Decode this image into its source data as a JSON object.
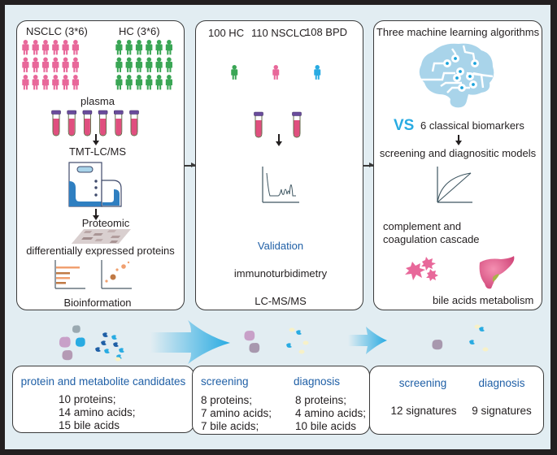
{
  "panel_discovery": {
    "group_a_label": "NSCLC (3*6)",
    "group_b_label": "HC (3*6)",
    "group_a_color": "#e8689a",
    "group_b_color": "#3aa655",
    "sample_label": "plasma",
    "method_label": "TMT-LC/MS",
    "omics_label": "Proteomic",
    "result_label": "differentially expressed proteins",
    "analysis_label": "Bioinformation"
  },
  "panel_validation": {
    "cohorts": [
      {
        "label": "100 HC",
        "color": "#3aa655"
      },
      {
        "label": "110 NSCLC",
        "color": "#e8689a"
      },
      {
        "label": "108 BPD",
        "color": "#29abe2"
      }
    ],
    "validation_label": "Validation",
    "method_1": "immunoturbidimetry",
    "method_2": "LC-MS/MS"
  },
  "panel_models": {
    "title": "Three machine learning algorithms",
    "vs_label": "VS",
    "comparison_label": "6 classical biomarkers",
    "models_label": "screening  and diagnositic models",
    "pathway_1_line1": "complement and",
    "pathway_1_line2": "coagulation cascade",
    "pathway_2": "bile acids metabolism"
  },
  "summary_boxes": [
    {
      "title": "protein and metabolite candidates",
      "items": [
        "10 proteins;",
        "14 amino acids;",
        "15 bile acids"
      ]
    },
    {
      "col1_title": "screening",
      "col1_items": [
        "8 proteins;",
        "7 amino acids;",
        "7 bile acids;"
      ],
      "col2_title": "diagnosis",
      "col2_items": [
        "8 proteins;",
        "4 amino acids;",
        "10 bile acids"
      ]
    },
    {
      "col1_title": "screening",
      "col1_value": "12 signatures",
      "col2_title": "diagnosis",
      "col2_value": "9 signatures"
    }
  ],
  "colors": {
    "accent_blue": "#1f5fa6",
    "vs_blue": "#29abe2",
    "frame_bg": "#e2edf2",
    "border": "#231f20"
  }
}
